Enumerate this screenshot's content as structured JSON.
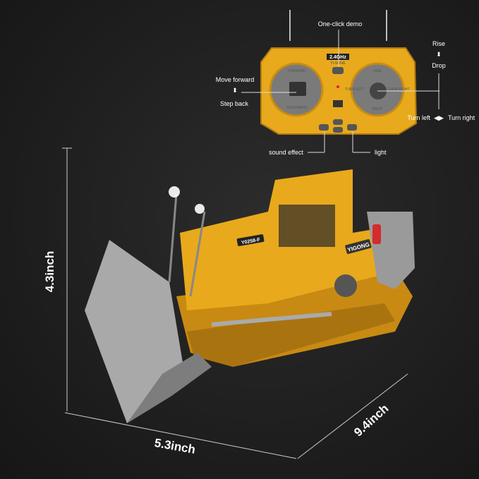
{
  "remote": {
    "frequency": "2.4GHz",
    "brand": "YI GONG",
    "left_stick": {
      "forward": "FORWARD",
      "backward": "BACKWARD"
    },
    "right_stick": {
      "rise": "RISE",
      "drop": "DROP",
      "turn_left": "TURN LEFT",
      "turn_right": "TURN RIGHT"
    }
  },
  "callouts": {
    "one_click_demo": "One-click demo",
    "move_forward": "Move forward",
    "step_back": "Step back",
    "rise": "Rise",
    "drop": "Drop",
    "turn_left": "Turn left",
    "turn_right": "Turn right",
    "sound_effect": "sound effect",
    "light": "light"
  },
  "bulldozer": {
    "model_plate": "Y0258-F",
    "brand_plate": "YIGONG"
  },
  "dimensions": {
    "height": "4.3inch",
    "width": "5.3inch",
    "length": "9.4inch"
  },
  "colors": {
    "body": "#e8a91c",
    "background": "#1f1f1f",
    "blade": "#9a9a9a"
  }
}
